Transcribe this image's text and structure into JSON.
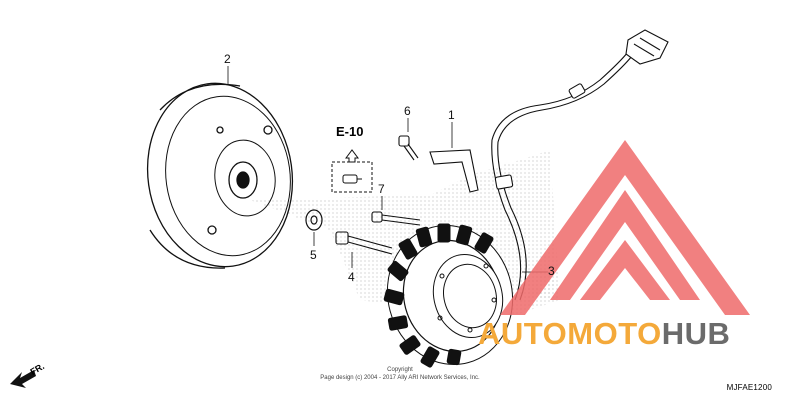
{
  "diagram": {
    "callouts": {
      "c1": "1",
      "c2": "2",
      "c3": "3",
      "c4": "4",
      "c5": "5",
      "c6": "6",
      "c7": "7"
    },
    "reference": "E-10",
    "direction_label": "FR.",
    "copyright_line1": "Copyright",
    "copyright_line2": "Page design (c) 2004 - 2017 Ally ARI Network Services, Inc.",
    "part_code": "MJFAE1200"
  },
  "watermark": {
    "text_part1": "AUTOMOTO",
    "text_part2": "HUB",
    "color_part1": "#f4a93a",
    "color_part2": "#6b6b6b",
    "logo_color": "#ef6a6a"
  }
}
